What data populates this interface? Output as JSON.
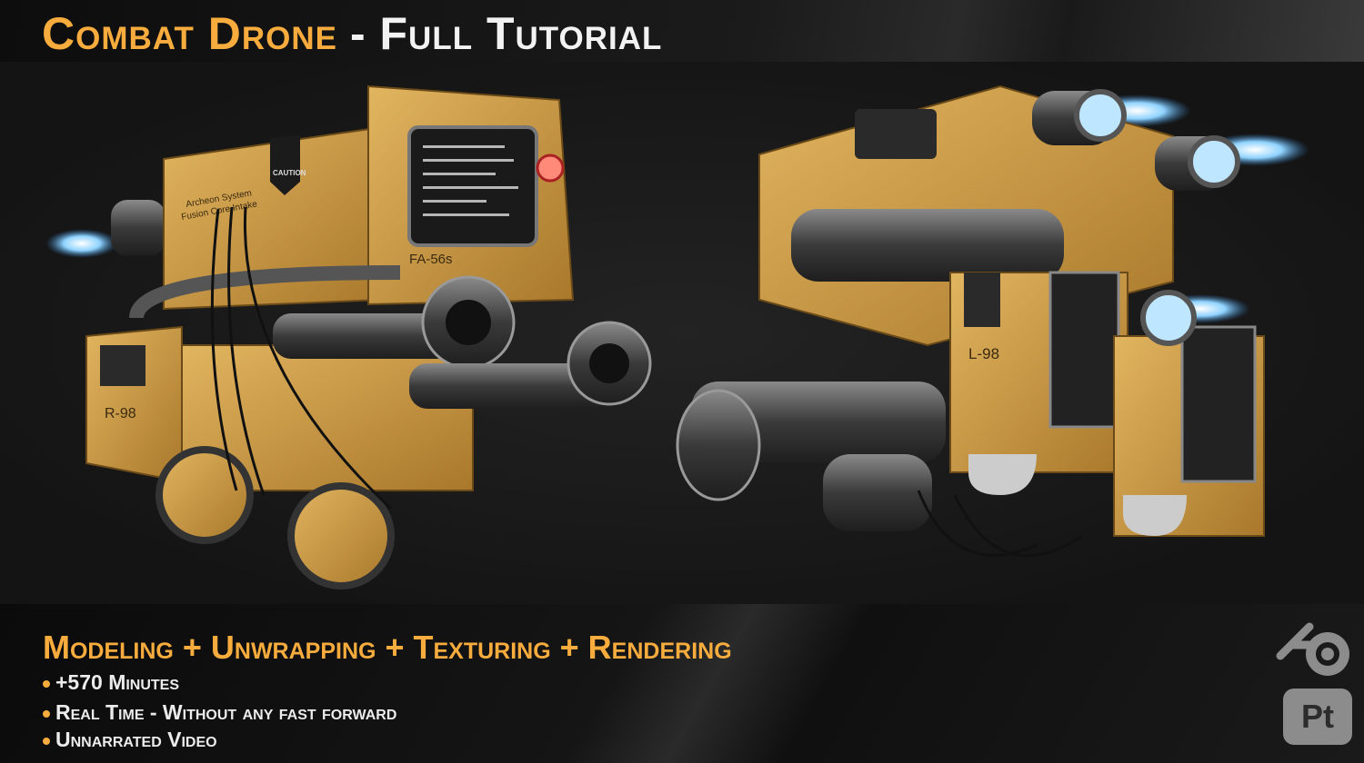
{
  "title": {
    "part1": "Combat Drone",
    "part2": "- Full Tutorial"
  },
  "drone_labels": {
    "left_side": "R-98",
    "right_side": "L-98",
    "front_code": "FA-56s",
    "caution": "CAUTION",
    "intake": [
      "Archeon System",
      "Fusion Core Intake"
    ]
  },
  "subheading": "Modeling + Unwrapping + Texturing + Rendering",
  "bullets": [
    "+570 Minutes",
    "Real Time - Without any fast forward",
    "Unnarrated Video"
  ],
  "software_icons": [
    {
      "name": "blender-icon"
    },
    {
      "name": "substance-painter-icon",
      "label": "Pt"
    }
  ],
  "colors": {
    "accent": "#f7ac3d",
    "drone_yellow": "#d9a543",
    "metal": "#5a5a5a",
    "thruster": "#6ec3ff"
  }
}
